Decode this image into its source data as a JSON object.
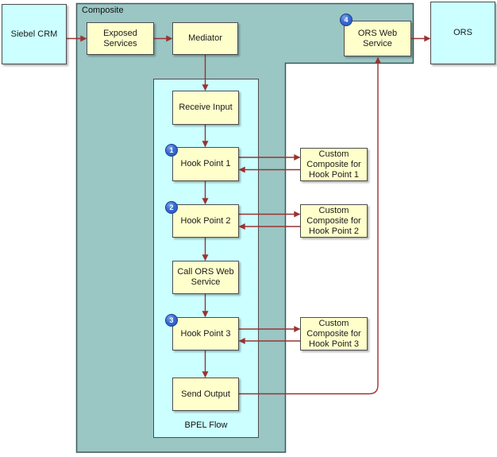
{
  "colors": {
    "composite_fill": "#9AC6C4",
    "composite_border": "#3E5A5A",
    "bpel_fill": "#CCFFFF",
    "bpel_border": "#4D4D4D",
    "node_fill": "#FFFFCC",
    "node_border": "#4D4D4D",
    "external_fill": "#CCFFFF",
    "arrow": "#993333",
    "badge_fill": "#2B5FC7",
    "badge_text": "#FFFFFF"
  },
  "diagram": {
    "external_systems": [
      {
        "id": "siebel-crm",
        "label": "Siebel CRM"
      },
      {
        "id": "ors",
        "label": "ORS"
      }
    ],
    "composite": {
      "label": "Composite",
      "nodes": [
        {
          "id": "exposed-services",
          "label": "Exposed Services"
        },
        {
          "id": "mediator",
          "label": "Mediator"
        },
        {
          "id": "ors-web-service",
          "label": "ORS Web Service",
          "badge": "4"
        }
      ],
      "bpel_flow": {
        "label": "BPEL Flow",
        "steps": [
          {
            "id": "receive-input",
            "label": "Receive Input"
          },
          {
            "id": "hook-point-1",
            "label": "Hook Point 1",
            "badge": "1"
          },
          {
            "id": "hook-point-2",
            "label": "Hook Point 2",
            "badge": "2"
          },
          {
            "id": "call-ors-web-service",
            "label": "Call ORS Web Service"
          },
          {
            "id": "hook-point-3",
            "label": "Hook Point 3",
            "badge": "3"
          },
          {
            "id": "send-output",
            "label": "Send Output"
          }
        ]
      }
    },
    "custom_composites": [
      {
        "id": "custom-composite-1",
        "label": "Custom Composite for Hook Point 1"
      },
      {
        "id": "custom-composite-2",
        "label": "Custom Composite for Hook Point 2"
      },
      {
        "id": "custom-composite-3",
        "label": "Custom Composite for Hook Point 3"
      }
    ],
    "callouts": [
      {
        "number": "1"
      },
      {
        "number": "2"
      },
      {
        "number": "3"
      },
      {
        "number": "4"
      }
    ]
  }
}
